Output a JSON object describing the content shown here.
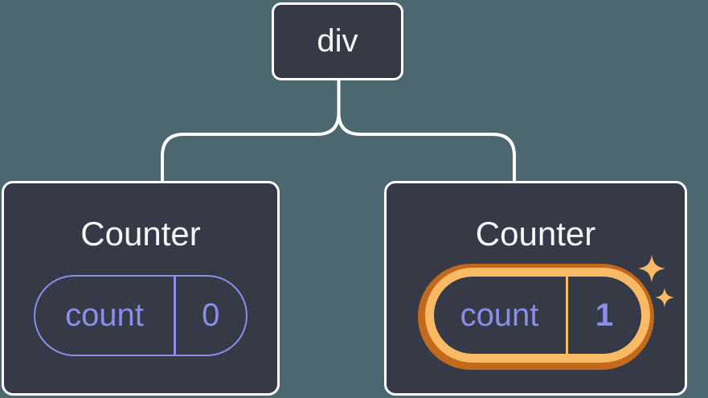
{
  "colors": {
    "background": "#4D6771",
    "node-fill": "#353A46",
    "node-border": "#FFFFFF",
    "line": "#FFFFFF",
    "text-light": "#F5F6F8",
    "purple": "#8A8DE9",
    "orange-dark": "#C2691B",
    "orange-light": "#F8BA64"
  },
  "tree": {
    "root": {
      "label": "div"
    },
    "children": [
      {
        "title": "Counter",
        "state": {
          "name": "count",
          "value": "0"
        },
        "highlighted": false
      },
      {
        "title": "Counter",
        "state": {
          "name": "count",
          "value": "1"
        },
        "highlighted": true,
        "icons": [
          "sparkle-icon-large",
          "sparkle-icon-small"
        ]
      }
    ]
  }
}
